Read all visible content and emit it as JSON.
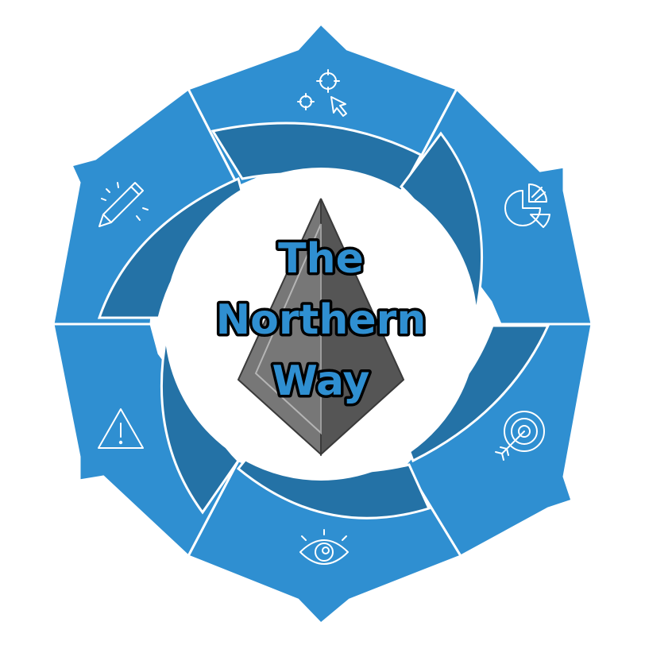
{
  "title": {
    "lines": [
      "The",
      "Northern",
      "Way"
    ]
  },
  "segments": [
    {
      "icon": "target-cursor-icon"
    },
    {
      "icon": "pie-chart-icon"
    },
    {
      "icon": "bullseye-arrow-icon"
    },
    {
      "icon": "eye-icon"
    },
    {
      "icon": "warning-triangle-icon"
    },
    {
      "icon": "pencil-icon"
    }
  ],
  "colors": {
    "segment": "#2f8fd1",
    "inner_band": "#2472a6",
    "logo_light": "#777777",
    "logo_dark": "#555555",
    "title_fill": "#2f8fd1",
    "title_outline": "#000000"
  }
}
